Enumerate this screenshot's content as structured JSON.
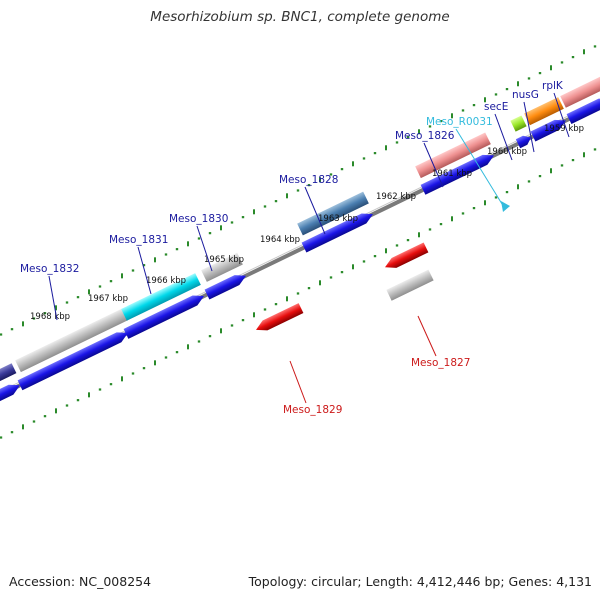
{
  "title": "Mesorhizobium sp. BNC1, complete genome",
  "accession": "Accession: NC_008254",
  "summary": "Topology: circular; Length: 4,412,446 bp; Genes: 4,131",
  "colors": {
    "background": "#ffffff",
    "backbone": "#7a7a7a",
    "tick_green": "#2a8a2a",
    "forward_label": "#1a1a9e",
    "reverse_label": "#cc1a1a",
    "rna_label": "#33bbdd",
    "cds_forward": "#1a14e6",
    "cds_reverse": "#e60d0d",
    "feature_grey": "#b0b0b0"
  },
  "kbp_ticks": [
    "1959 kbp",
    "1960 kbp",
    "1961 kbp",
    "1962 kbp",
    "1963 kbp",
    "1964 kbp",
    "1965 kbp",
    "1966 kbp",
    "1967 kbp",
    "1968 kbp"
  ],
  "gene_labels": {
    "rplK": "rplK",
    "nusG": "nusG",
    "secE": "secE",
    "meso_r0031": "Meso_R0031",
    "meso_1826": "Meso_1826",
    "meso_1827": "Meso_1827",
    "meso_1828": "Meso_1828",
    "meso_1829": "Meso_1829",
    "meso_1830": "Meso_1830",
    "meso_1831": "Meso_1831",
    "meso_1832": "Meso_1832"
  }
}
